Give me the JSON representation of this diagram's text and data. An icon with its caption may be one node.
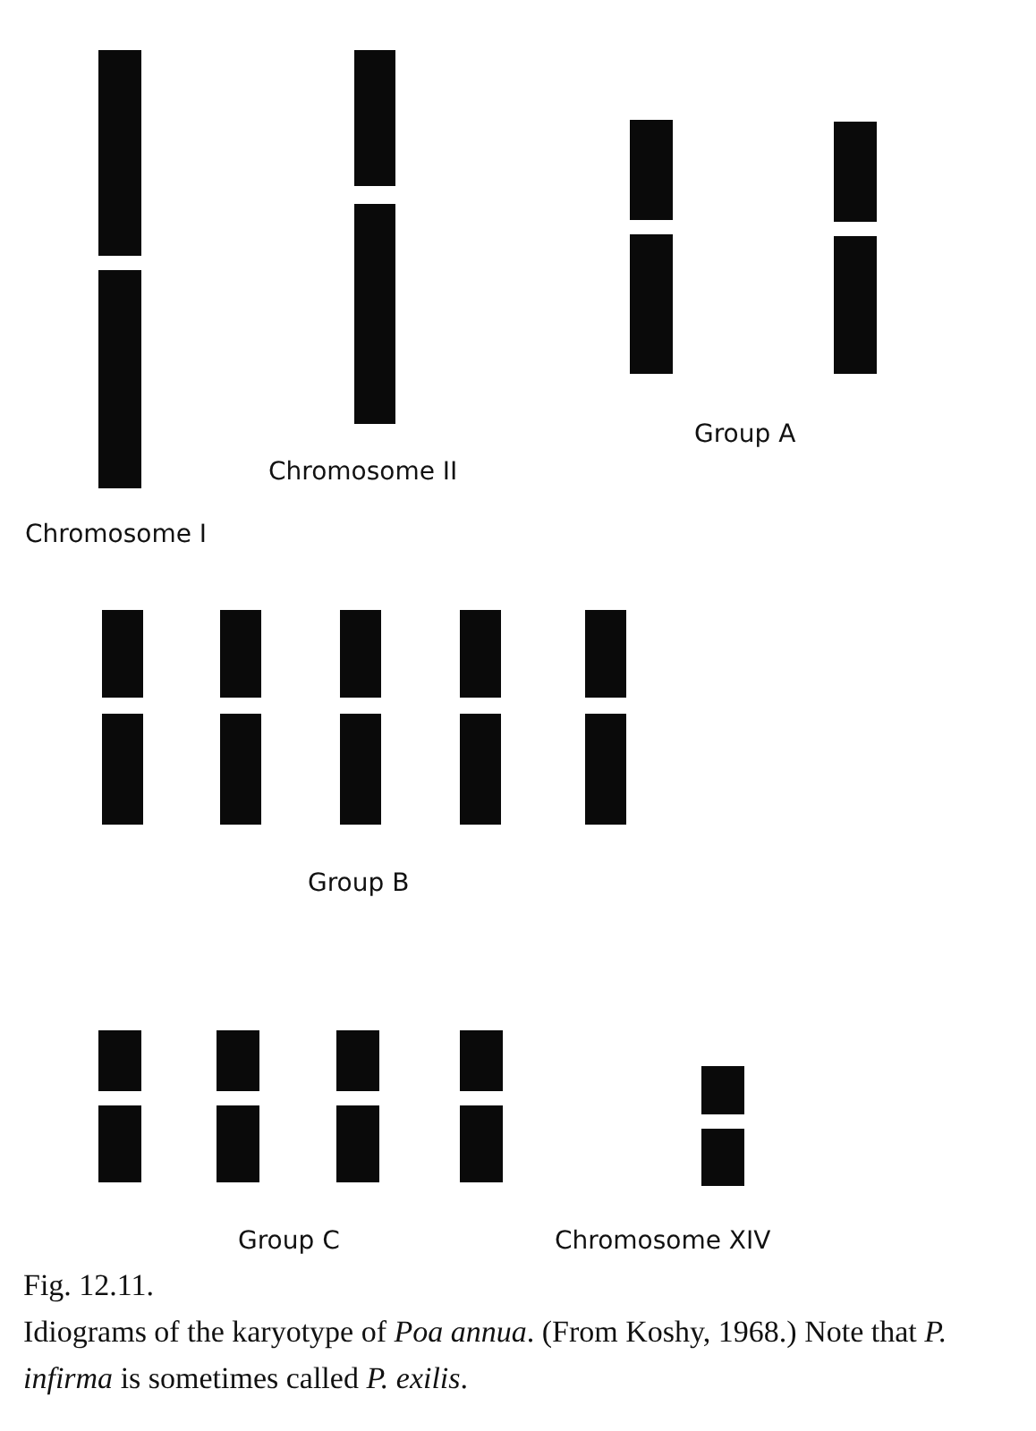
{
  "diagram": {
    "caption": "Idiograms of the karyotype of *Poa annua*. (From Koshy, 1968.) Note that *P. infirma* is sometimes called *P. exilis*.",
    "labels": [
      "Group A",
      "Chromosome II",
      "Chromosome I",
      "Group B",
      "Group C",
      "Chromosome XIV",
      "Fig. 12.11."
    ]
  }
}
